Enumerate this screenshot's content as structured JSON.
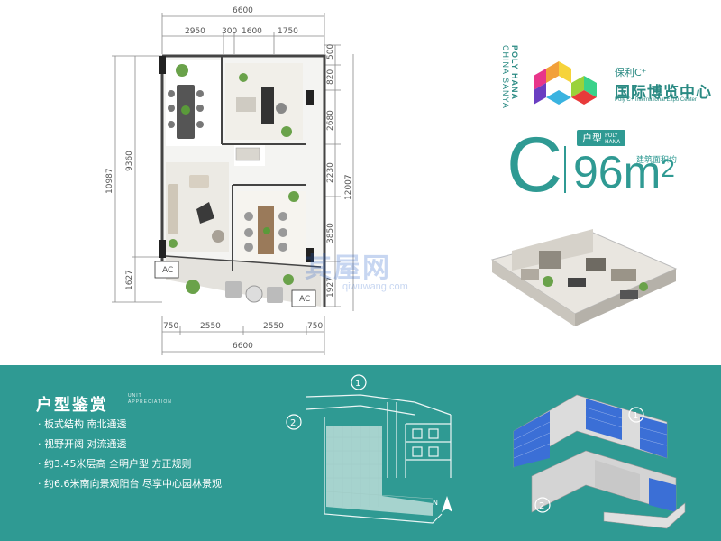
{
  "floorplan": {
    "dims_top": {
      "total": "6600",
      "segments": [
        "2950",
        "300",
        "1600",
        "1750"
      ]
    },
    "dims_bottom": {
      "total": "6600",
      "segments": [
        "750",
        "2550",
        "2550",
        "750"
      ]
    },
    "dims_left": [
      "10987",
      "9360",
      "1627"
    ],
    "dims_right": [
      "500",
      "820",
      "2680",
      "2230",
      "3850",
      "1927",
      "12007"
    ],
    "ac_label": "AC"
  },
  "branding": {
    "vertical_text_1": "POLY HANA",
    "vertical_text_2": "CHINA SANYA",
    "logo_brand": "保利C⁺",
    "logo_title": "国际博览中心",
    "logo_subtitle": "Poly C+ International Expo Center"
  },
  "unit_type": {
    "letter": "C",
    "badge_label": "户型",
    "badge_en_1": "POLY",
    "badge_en_2": "HANA",
    "area_label": "建筑面积约",
    "area_value": "96m",
    "area_sup": "2"
  },
  "watermark": {
    "text": "其屋网",
    "url": "qiwuwang.com"
  },
  "features": {
    "title": "户型鉴赏",
    "title_en_1": "UNIT",
    "title_en_2": "APPRECIATION",
    "items": [
      "· 板式结构  南北通透",
      "· 视野开阔  对流通透",
      "· 约3.45米层高  全明户型  方正规则",
      "· 约6.6米南向景观阳台  尽享中心园林景观"
    ]
  },
  "site_plan": {
    "marker_1": "1",
    "marker_2": "2",
    "north_label": "N"
  },
  "model_3d": {
    "marker_1": "1",
    "marker_2": "2"
  },
  "colors": {
    "teal": "#2f9a93",
    "building_blue": "#3b6fd6"
  }
}
